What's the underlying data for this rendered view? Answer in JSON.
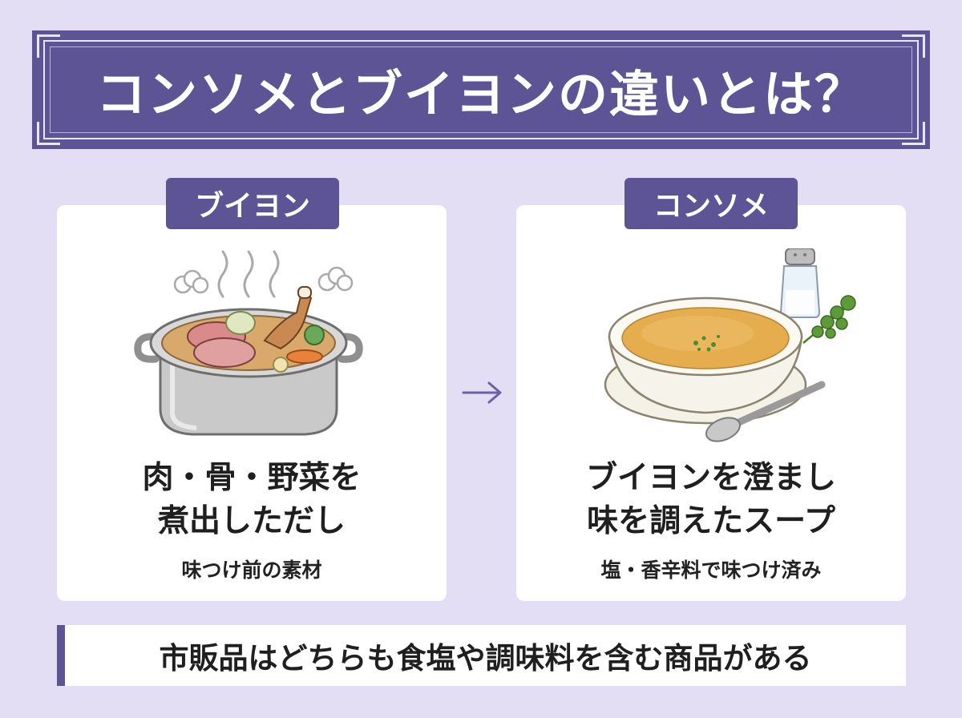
{
  "header": {
    "title": "コンソメとブイヨンの違いとは？"
  },
  "bouillon": {
    "tag": "ブイヨン",
    "line1": "肉・骨・野菜を",
    "line2": "煮出しただし",
    "sub": "味つけ前の素材"
  },
  "consomme": {
    "tag": "コンソメ",
    "line1": "ブイヨンを澄まし",
    "line2": "味を調えたスープ",
    "sub": "塩・香辛料で味つけ済み"
  },
  "footer": {
    "note": "市販品はどちらも食塩や調味料を含む商品がある"
  },
  "colors": {
    "accent": "#5c5494",
    "background": "#e4def4",
    "card": "#ffffff"
  },
  "icons": [
    "stock-pot-icon",
    "arrow-right-icon",
    "soup-bowl-icon",
    "salt-shaker-icon",
    "parsley-icon",
    "spoon-icon"
  ]
}
